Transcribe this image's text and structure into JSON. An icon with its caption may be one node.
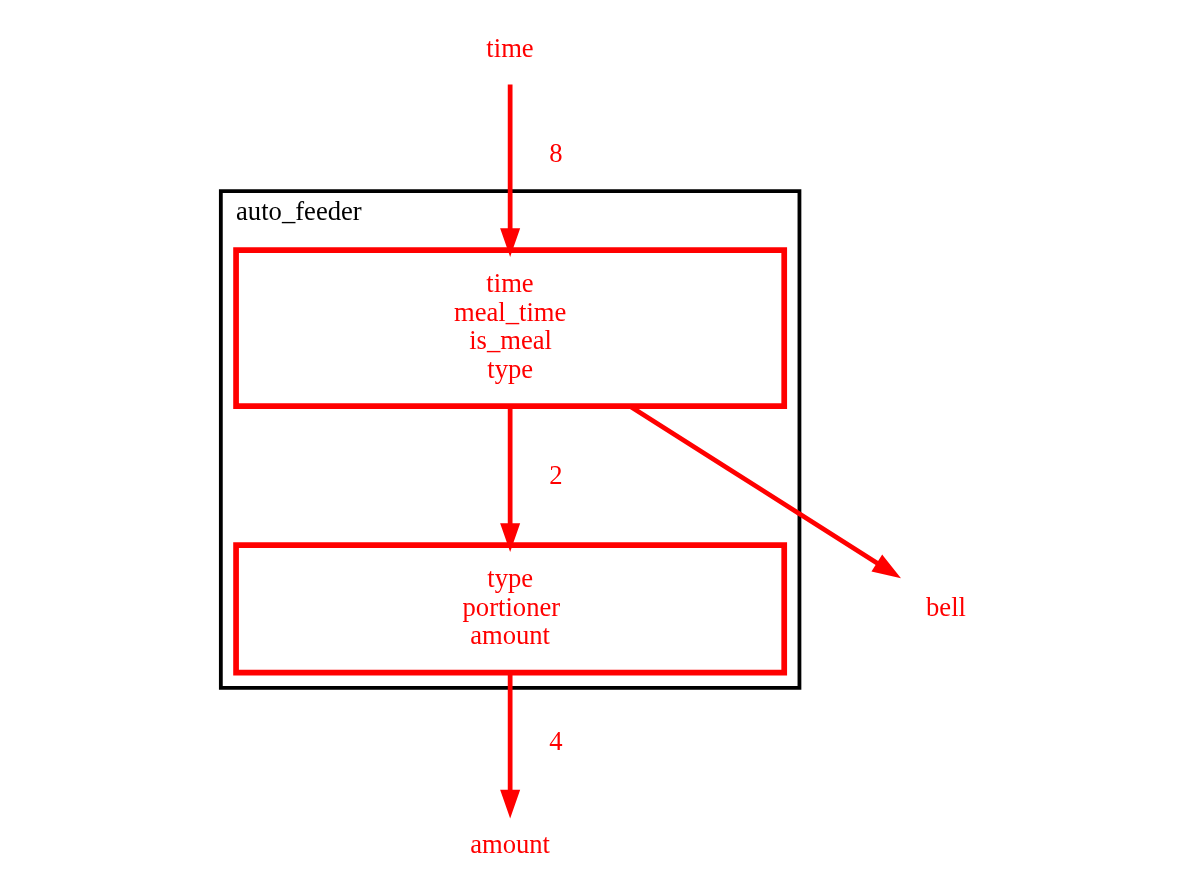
{
  "diagram": {
    "nodes": [
      {
        "text": [
          "auto_feeder"
        ]
      },
      {
        "text": [
          "time",
          "meal_time",
          "is_meal",
          "type"
        ],
        "in": 0
      },
      {
        "text": [
          "type",
          "portioner",
          "amount"
        ],
        "in": 0
      },
      {
        "text": [
          "time"
        ]
      },
      {
        "text": [
          "bell"
        ]
      },
      {
        "text": [
          "amount"
        ]
      }
    ],
    "edges": [
      {
        "from": 3,
        "to": 1,
        "arrow": "to",
        "label": "8"
      },
      {
        "from": 1,
        "to": 2,
        "arrow": "to",
        "label": "2"
      },
      {
        "from": 1,
        "to": 4,
        "arrow": "to"
      },
      {
        "from": 2,
        "to": 5,
        "arrow": "to",
        "label": "4"
      }
    ]
  }
}
